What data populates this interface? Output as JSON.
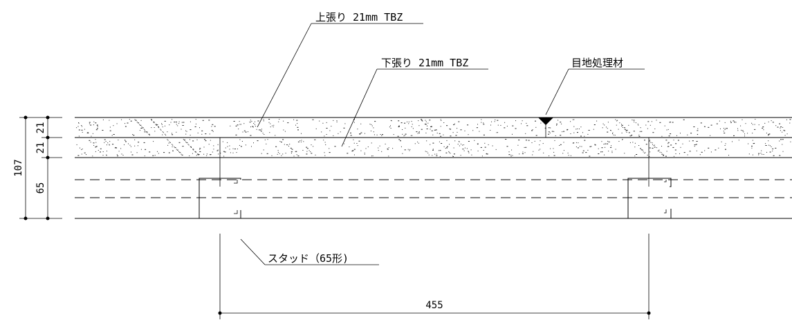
{
  "labels": {
    "upper_board": "上張り 21mm TBZ",
    "lower_board": "下張り 21mm TBZ",
    "joint_filler": "目地処理材",
    "stud": "スタッド（65形)"
  },
  "dimensions": {
    "total": "107",
    "upper_layer": "21",
    "lower_layer": "21",
    "stud_depth": "65",
    "stud_spacing": "455"
  }
}
